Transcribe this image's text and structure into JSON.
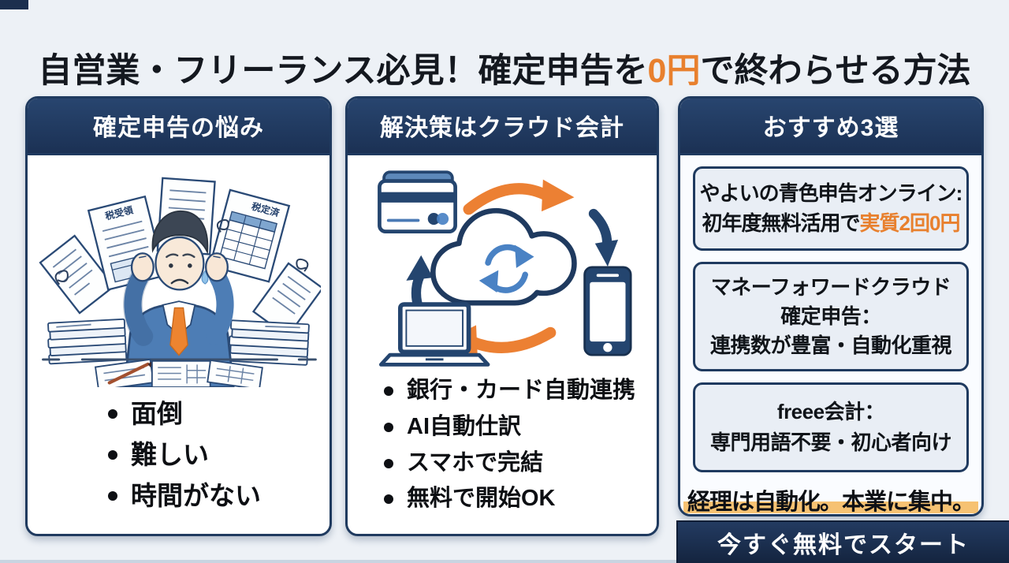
{
  "title": {
    "pre": "自営業・フリーランス必見！確定申告を",
    "highlight": "0円",
    "post": "で終わらせる方法"
  },
  "colors": {
    "navy": "#1f3a5f",
    "orange": "#e8802e",
    "highlight_band": "#f6c272",
    "background": "#edf1f6"
  },
  "columns": [
    {
      "header": "確定申告の悩み",
      "bullets": [
        "面倒",
        "難しい",
        "時間がない"
      ]
    },
    {
      "header": "解決策はクラウド会計",
      "bullets": [
        "銀行・カード自動連携",
        "AI自動仕訳",
        "スマホで完結",
        "無料で開始OK"
      ]
    },
    {
      "header": "おすすめ3選",
      "items": [
        {
          "line1": "やよいの青色申告オンライン:",
          "line2_pre": "初年度無料活用で",
          "line2_highlight": "実質2回0円"
        },
        {
          "lines": [
            "マネーフォワードクラウド",
            "確定申告：",
            "連携数が豊富・自動化重視"
          ]
        },
        {
          "lines": [
            "freee会計：",
            "専門用語不要・初心者向け"
          ]
        }
      ]
    }
  ],
  "illustrations": {
    "stressed_person": {
      "description": "stressed man in blue suit holding his head, surrounded by flying tax papers and paper stacks",
      "paper_label_left": "税受領",
      "paper_label_right": "税定済"
    },
    "cloud_sync": {
      "description": "cloud with sync arrows connecting credit card, smartphone and laptop",
      "icons": [
        "credit-card-icon",
        "cloud-icon",
        "sync-icon",
        "smartphone-icon",
        "laptop-icon"
      ]
    }
  },
  "footer": {
    "highlight_text": "経理は自動化。本業に集中。",
    "cta_label": "今すぐ無料でスタート"
  }
}
